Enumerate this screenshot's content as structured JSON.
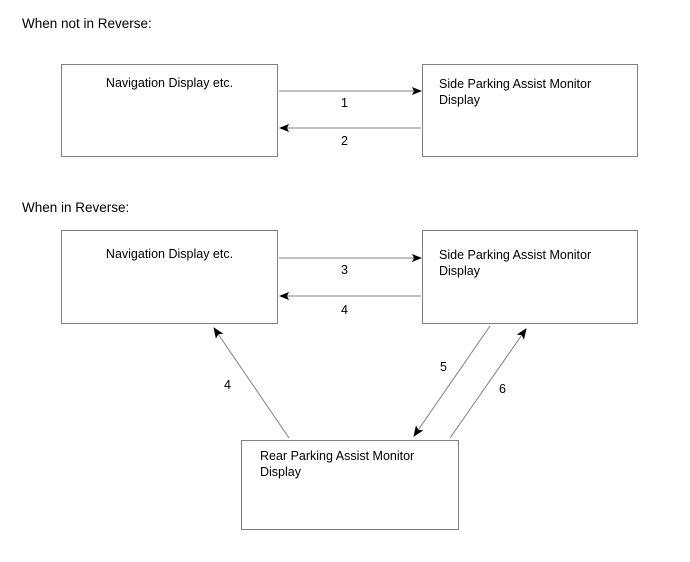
{
  "diagram": {
    "title_not_reverse": "When not in Reverse:",
    "title_in_reverse": "When in Reverse:",
    "nodes": {
      "nav_top": "Navigation Display etc.",
      "side_top_line1": "Side Parking Assist Monitor",
      "side_top_line2": "Display",
      "nav_bottom": "Navigation Display etc.",
      "side_bottom_line1": "Side Parking Assist Monitor",
      "side_bottom_line2": "Display",
      "rear_line1": "Rear Parking Assist Monitor",
      "rear_line2": "Display"
    },
    "edge_labels": {
      "e1": "1",
      "e2": "2",
      "e3": "3",
      "e4": "4",
      "e5": "5",
      "e6": "6",
      "e4_diag": "4"
    },
    "colors": {
      "stroke": "#808080",
      "arrow": "#000000",
      "text": "#000000",
      "background": "#ffffff"
    }
  }
}
